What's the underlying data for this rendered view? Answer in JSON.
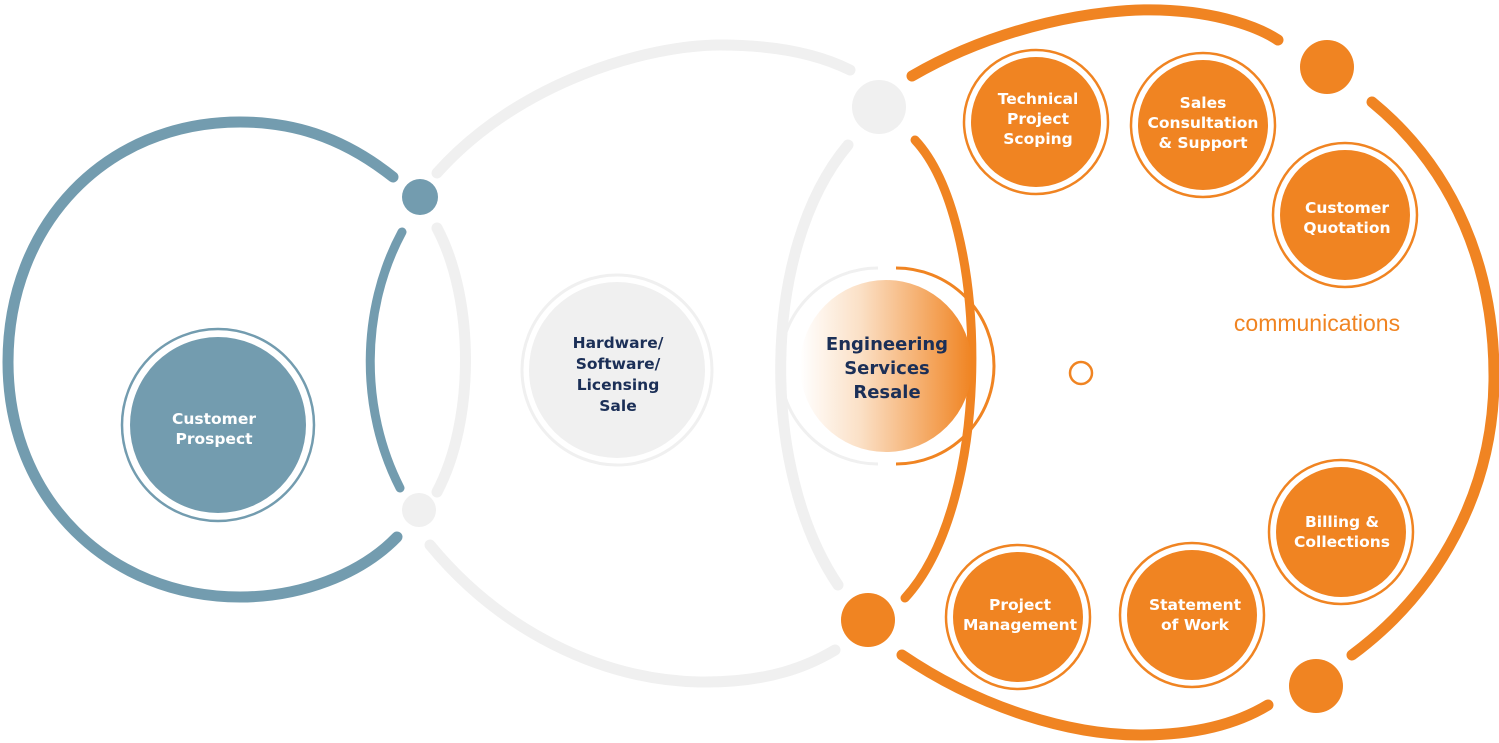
{
  "colors": {
    "steel_blue": "#739caf",
    "light_gray": "#f0f0f0",
    "orange": "#f08422",
    "navy": "#1b2f57",
    "white": "#ffffff"
  },
  "nodes": {
    "customer_prospect": {
      "line1": "Customer",
      "line2": "Prospect"
    },
    "hardware_sale": {
      "line1": "Hardware/",
      "line2": "Software/",
      "line3": "Licensing",
      "line4": "Sale"
    },
    "engineering_resale": {
      "line1": "Engineering",
      "line2": "Services",
      "line3": "Resale"
    },
    "technical_scoping": {
      "line1": "Technical",
      "line2": "Project",
      "line3": "Scoping"
    },
    "sales_consultation": {
      "line1": "Sales",
      "line2": "Consultation",
      "line3": "& Support"
    },
    "customer_quotation": {
      "line1": "Customer",
      "line2": "Quotation"
    },
    "billing_collections": {
      "line1": "Billing &",
      "line2": "Collections"
    },
    "statement_of_work": {
      "line1": "Statement",
      "line2": "of Work"
    },
    "project_management": {
      "line1": "Project",
      "line2": "Management"
    }
  },
  "brand_text": "communications"
}
